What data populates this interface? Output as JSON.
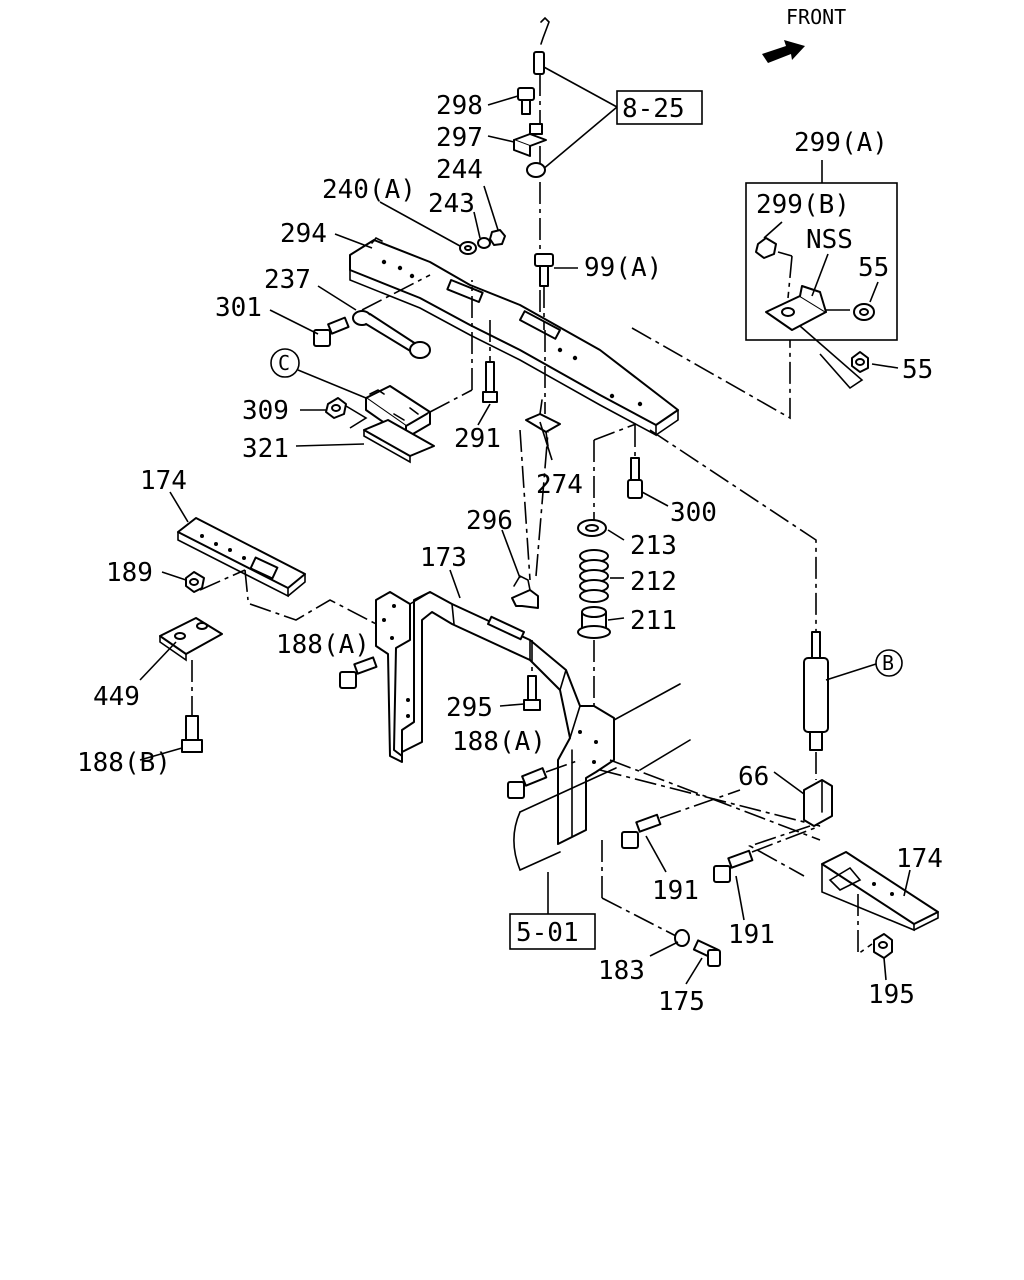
{
  "orientation": {
    "label": "FRONT",
    "icon": "front-arrow-icon"
  },
  "refs": {
    "r8_25": "8-25",
    "r5_01": "5-01"
  },
  "callouts": {
    "b": "B",
    "c": "C"
  },
  "inset": {
    "title": "299(A)",
    "sub": "299(B)",
    "nss": "NSS",
    "p55": "55"
  },
  "labels": {
    "p298": "298",
    "p297": "297",
    "p244": "244",
    "p243": "243",
    "p240a": "240(A)",
    "p294": "294",
    "p99a": "99(A)",
    "p237": "237",
    "p301": "301",
    "p55": "55",
    "p309": "309",
    "p321": "321",
    "p291": "291",
    "p274": "274",
    "p300": "300",
    "p174a": "174",
    "p296": "296",
    "p213": "213",
    "p212": "212",
    "p211": "211",
    "p189": "189",
    "p173": "173",
    "p188a1": "188(A)",
    "p449": "449",
    "p295": "295",
    "p188a2": "188(A)",
    "p188b": "188(B)",
    "p66": "66",
    "p174b": "174",
    "p191a": "191",
    "p191b": "191",
    "p183": "183",
    "p175": "175",
    "p195": "195"
  }
}
